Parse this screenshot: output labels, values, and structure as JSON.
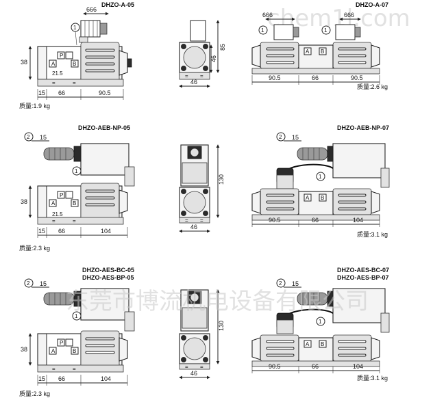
{
  "watermark_top": "chem1l.com",
  "watermark_bottom": "东莞市博流机电设备有限公司",
  "sections": [
    {
      "left_title": "DHZO-A-05",
      "right_title": "DHZO-A-07",
      "left_mass": "质量:1.9 kg",
      "right_mass": "质量:2.6 kg",
      "dims": {
        "l_conn": "666",
        "l_h": "38",
        "l_21": "21.5",
        "l_15": "15",
        "l_66": "66",
        "l_b": "90.5",
        "s_h1": "85",
        "s_h2": "46",
        "s_w": "46",
        "r_c1": "666",
        "r_c2": "666",
        "r_a": "90.5",
        "r_b": "66",
        "r_c": "90.5"
      }
    },
    {
      "left_title": "DHZO-AEB-NP-05",
      "right_title": "DHZO-AEB-NP-07",
      "left_mass": "质量:2.3 kg",
      "right_mass": "质量:3.1 kg",
      "dims": {
        "l_15top": "15",
        "l_h": "38",
        "l_21": "21.5",
        "l_15": "15",
        "l_66": "66",
        "l_b": "104",
        "s_h1": "130",
        "s_w": "46",
        "r_15top": "15",
        "r_a": "90.5",
        "r_b": "66",
        "r_c": "104"
      }
    },
    {
      "left_title_1": "DHZO-AES-BC-05",
      "left_title_2": "DHZO-AES-BP-05",
      "right_title_1": "DHZO-AES-BC-07",
      "right_title_2": "DHZO-AES-BP-07",
      "left_mass": "质量:2.3 kg",
      "right_mass": "质量:3.1 kg",
      "dims": {
        "l_15top": "15",
        "l_h": "38",
        "l_15": "15",
        "l_66": "66",
        "l_b": "104",
        "s_h1": "130",
        "s_w": "46",
        "r_15top": "15",
        "r_a": "90.5",
        "r_b": "66",
        "r_c": "104"
      }
    }
  ],
  "markers": {
    "one": "1",
    "two": "2",
    "port_a": "A",
    "port_p": "P",
    "port_b": "B",
    "eq": "="
  }
}
